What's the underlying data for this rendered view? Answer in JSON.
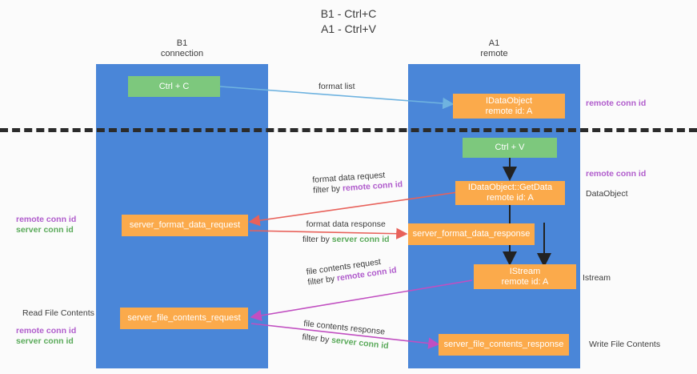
{
  "title": "B1 - Ctrl+C\nA1 - Ctrl+V",
  "lanes": [
    {
      "name": "b1",
      "heading": "B1\nconnection"
    },
    {
      "name": "a1",
      "heading": "A1\nremote"
    }
  ],
  "nodes": {
    "ctrl_c": {
      "label": "Ctrl + C",
      "color": "#7dc87d"
    },
    "idataobject": {
      "line1": "IDataObject",
      "line2": "remote id: A",
      "color": "#fbaa4b"
    },
    "ctrl_v": {
      "label": "Ctrl + V",
      "color": "#7dc87d"
    },
    "getdata": {
      "line1": "IDataObject::GetData",
      "line2": "remote id: A",
      "color": "#fbaa4b"
    },
    "server_format_data_request": {
      "label": "server_format_data_request",
      "color": "#fbaa4b"
    },
    "server_format_data_response": {
      "label": "server_format_data_response",
      "color": "#fbaa4b"
    },
    "istream": {
      "line1": "IStream",
      "line2": "remote id: A",
      "color": "#fbaa4b"
    },
    "server_file_contents_request": {
      "label": "server_file_contents_request",
      "color": "#fbaa4b"
    },
    "server_file_contents_response": {
      "label": "server_file_contents_response",
      "color": "#fbaa4b"
    }
  },
  "edges": {
    "format_list": {
      "label": "format list"
    },
    "format_data_request": {
      "label": "format data request",
      "filter_prefix": "filter by ",
      "filter_value": "remote conn id"
    },
    "format_data_response": {
      "label": "format data response",
      "filter_prefix": "filter by ",
      "filter_value": "server conn id"
    },
    "file_contents_request": {
      "label": "file contents request",
      "filter_prefix": "filter by ",
      "filter_value": "remote conn id"
    },
    "file_contents_response": {
      "label": "file contents response",
      "filter_prefix": "filter by ",
      "filter_value": "server conn id"
    }
  },
  "annotations": {
    "right_remote_conn_id_top": "remote conn id",
    "right_remote_conn_id_mid": "remote conn id",
    "right_dataobject": "DataObject",
    "right_istream": "Istream",
    "right_write_file_contents": "Write File Contents",
    "left_remote_conn_id_mid": "remote conn id",
    "left_server_conn_id_mid": "server conn id",
    "left_read_file_contents": "Read File Contents",
    "left_remote_conn_id_bot": "remote conn id",
    "left_server_conn_id_bot": "server conn id"
  },
  "colors": {
    "lane": "#4a86d8",
    "green_node": "#7dc87d",
    "orange_node": "#fbaa4b",
    "purple_text": "#b05ccc",
    "green_text": "#5aaa5a",
    "arrow_blue": "#6fb3e0",
    "arrow_red": "#e8615a",
    "arrow_magenta": "#c14fc1",
    "arrow_black": "#222222",
    "divider": "#2b2b2b",
    "background": "#fbfbfb"
  }
}
